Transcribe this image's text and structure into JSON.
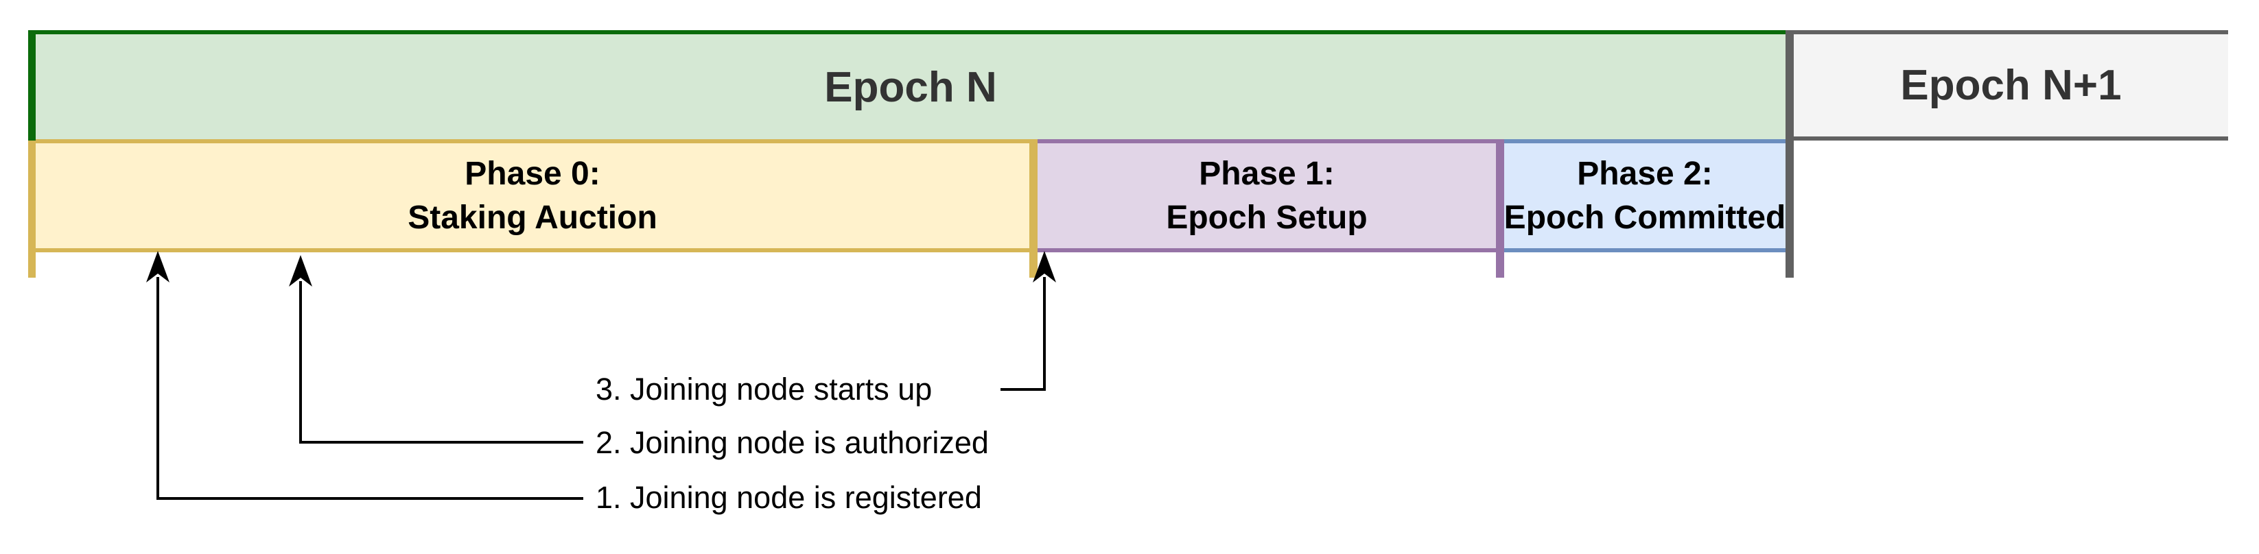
{
  "epochs": [
    {
      "label": "Epoch N",
      "fill": "#d5e8d4",
      "stroke": "#0b6b0b",
      "text_color": "#333333"
    },
    {
      "label": "Epoch N+1",
      "fill": "#f4f4f4",
      "stroke": "#616161",
      "text_color": "#333333"
    }
  ],
  "phases": [
    {
      "line1": "Phase 0:",
      "line2": "Staking Auction",
      "fill": "#fff2cc",
      "stroke": "#d6b656"
    },
    {
      "line1": "Phase 1:",
      "line2": "Epoch Setup",
      "fill": "#e1d5e7",
      "stroke": "#9673a6"
    },
    {
      "line1": "Phase 2:",
      "line2": "Epoch Committed",
      "fill": "#dae8fc",
      "stroke": "#6c8ebf"
    }
  ],
  "events": [
    {
      "label": "1. Joining node is registered"
    },
    {
      "label": "2. Joining node is authorized"
    },
    {
      "label": "3. Joining node starts up"
    }
  ],
  "annotation_color": "#000000",
  "background": "#ffffff"
}
